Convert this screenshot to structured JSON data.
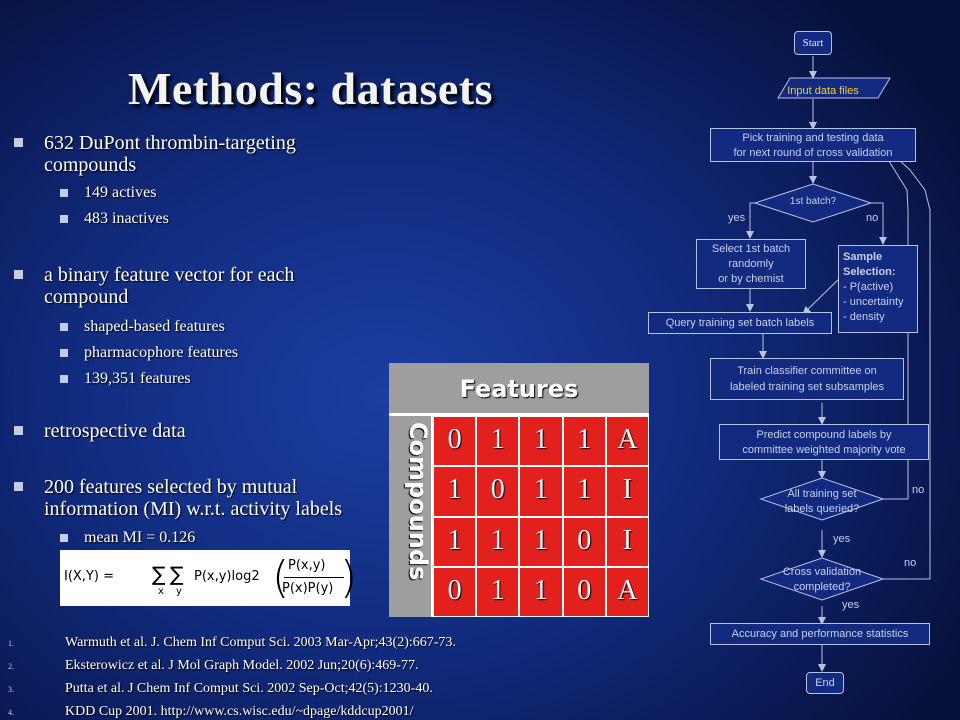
{
  "slide": {
    "title": "Methods: datasets",
    "bullets": [
      {
        "text": "632 DuPont thrombin-targeting compounds",
        "subs": [
          "149 actives",
          "483 inactives"
        ]
      },
      {
        "text": "a binary feature vector for each compound",
        "subs": [
          "shaped-based features",
          "pharmacophore features",
          "139,351 features"
        ]
      },
      {
        "text": "retrospective data",
        "subs": []
      },
      {
        "text": "200 features selected by mutual information (MI) w.r.t. activity labels",
        "subs": [
          "mean MI = 0.126"
        ]
      }
    ],
    "formula": {
      "lhs": "I(X,Y) =",
      "sum_x": "∑",
      "sum_y": "∑",
      "sub_x": "x",
      "sub_y": "y",
      "term": "P(x,y)log2",
      "num": "P(x,y)",
      "den": "P(x)P(y)"
    },
    "references": [
      {
        "num": "1.",
        "text": "Warmuth et al. J. Chem Inf Comput Sci. 2003 Mar-Apr;43(2):667-73."
      },
      {
        "num": "2.",
        "text": "Eksterowicz et al. J Mol Graph Model. 2002 Jun;20(6):469-77."
      },
      {
        "num": "3.",
        "text": "Putta et al. J Chem Inf Comput Sci. 2002 Sep-Oct;42(5):1230-40."
      },
      {
        "num": "4.",
        "text": "KDD Cup 2001. http://www.cs.wisc.edu/~dpage/kddcup2001/"
      }
    ]
  },
  "table": {
    "header": "Features",
    "row_header": "Compounds",
    "rows": [
      [
        "0",
        "1",
        "1",
        "1",
        "A"
      ],
      [
        "1",
        "0",
        "1",
        "1",
        "I"
      ],
      [
        "1",
        "1",
        "1",
        "0",
        "I"
      ],
      [
        "0",
        "1",
        "1",
        "0",
        "A"
      ]
    ],
    "cell_color": "#e2201e",
    "header_color": "#9e9e9e"
  },
  "flowchart": {
    "start": "Start",
    "input": "Input data files",
    "pick_1": "Pick training and testing data",
    "pick_2": "for next round of cross validation",
    "first_batch": "1st batch?",
    "yes1": "yes",
    "no1": "no",
    "select_1": "Select 1st batch",
    "select_2": "randomly",
    "select_3": "or by chemist",
    "sample_1": "Sample",
    "sample_2": "Selection:",
    "sample_3": "- P(active)",
    "sample_4": "- uncertainty",
    "sample_5": "- density",
    "query": "Query training set batch labels",
    "train_1": "Train classifier committee on",
    "train_2": "labeled training set subsamples",
    "predict_1": "Predict compound labels by",
    "predict_2": "committee weighted majority vote",
    "all_1": "All training set",
    "all_2": "labels queried?",
    "no2": "no",
    "yes2": "yes",
    "cv_1": "Cross validation",
    "cv_2": "completed?",
    "no3": "no",
    "yes3": "yes",
    "accuracy": "Accuracy and performance statistics",
    "end": "End",
    "start_color": "#8fb0c8",
    "input_color": "#f0d020"
  }
}
